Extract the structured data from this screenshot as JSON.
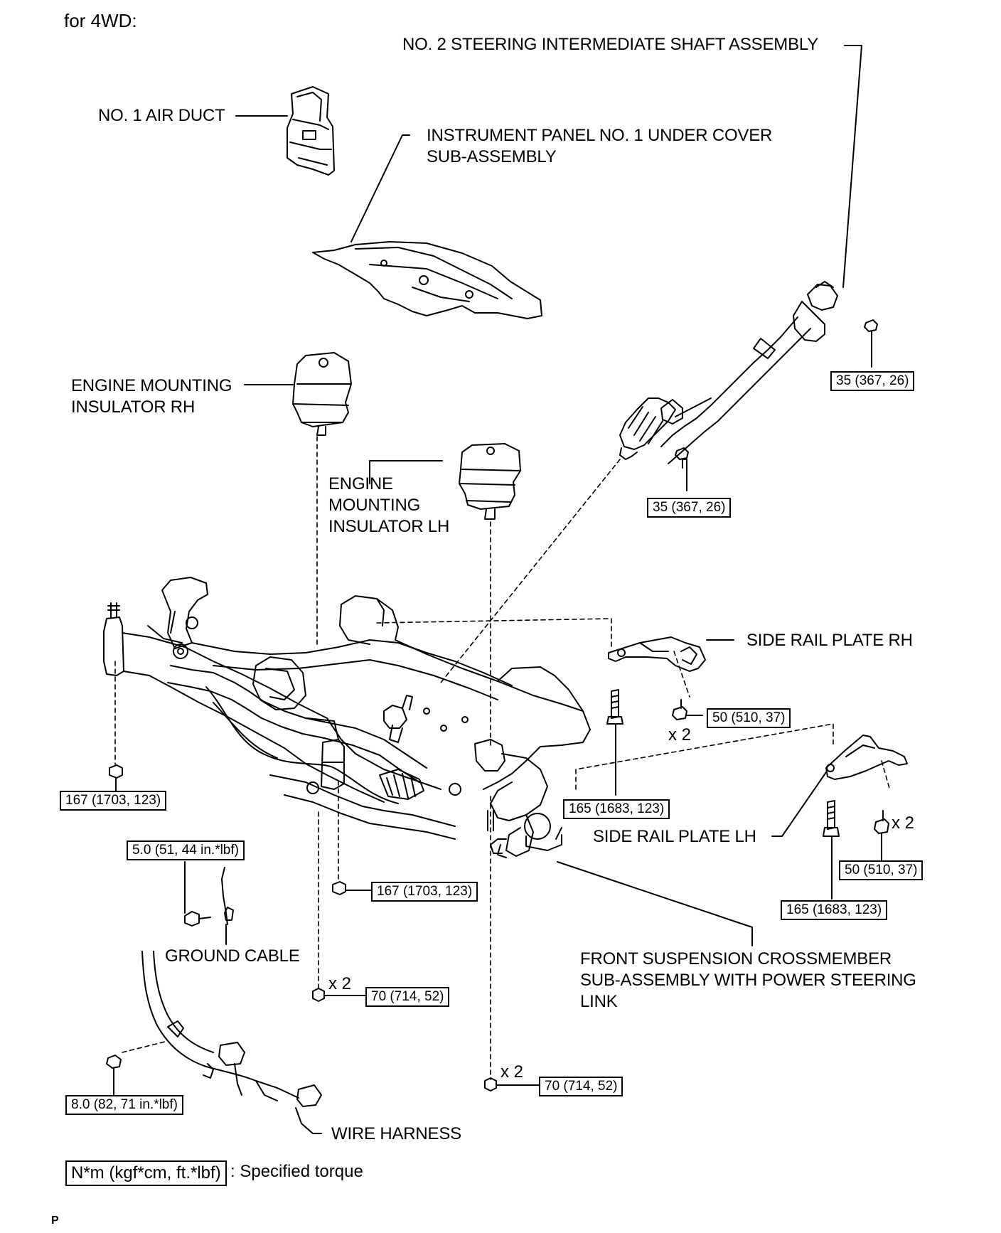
{
  "header": "for 4WD:",
  "labels": {
    "no2_shaft": "NO. 2 STEERING INTERMEDIATE SHAFT ASSEMBLY",
    "air_duct": "NO. 1 AIR DUCT",
    "under_cover": "INSTRUMENT PANEL NO. 1 UNDER COVER\nSUB-ASSEMBLY",
    "mount_rh": "ENGINE MOUNTING\nINSULATOR RH",
    "mount_lh": "ENGINE\nMOUNTING\nINSULATOR LH",
    "side_rail_rh": "SIDE RAIL PLATE RH",
    "side_rail_lh": "SIDE RAIL PLATE LH",
    "ground_cable": "GROUND CABLE",
    "crossmember": "FRONT SUSPENSION CROSSMEMBER\nSUB-ASSEMBLY WITH POWER STEERING\nLINK",
    "wire_harness": "WIRE HARNESS"
  },
  "torques": {
    "shaft_top": "35 (367, 26)",
    "shaft_bottom": "35 (367, 26)",
    "rail_rh_bolt": "50 (510, 37)",
    "rail_lh_bolt": "50 (510, 37)",
    "cm_left": "167 (1703, 123)",
    "cm_mid": "167 (1703, 123)",
    "rail_rh_stud": "165 (1683, 123)",
    "rail_lh_stud": "165 (1683, 123)",
    "ground": "5.0 (51, 44 in.*lbf)",
    "nut_mid": "70 (714, 52)",
    "nut_right": "70 (714, 52)",
    "harness": "8.0 (82, 71 in.*lbf)"
  },
  "quantities": {
    "rail_rh": "x 2",
    "rail_lh": "x 2",
    "nut_mid": "x 2",
    "nut_right": "x 2"
  },
  "legend": {
    "box": "N*m (kgf*cm, ft.*lbf)",
    "text": ": Specified torque"
  },
  "footer": "P"
}
